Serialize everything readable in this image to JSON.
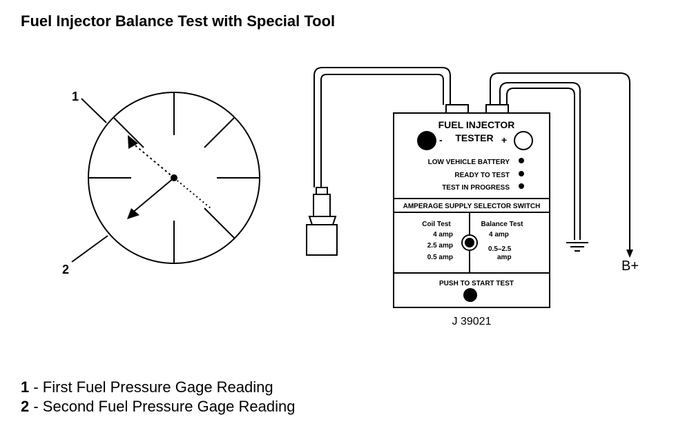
{
  "title": "Fuel Injector Balance Test with Special Tool",
  "gauge": {
    "callout_1": "1",
    "callout_2": "2"
  },
  "tester": {
    "title_line1": "FUEL INJECTOR",
    "title_line2": "TESTER",
    "minus": "-",
    "plus": "+",
    "indicators": [
      "LOW VEHICLE BATTERY",
      "READY TO TEST",
      "TEST IN PROGRESS"
    ],
    "selector_header": "AMPERAGE SUPPLY SELECTOR SWITCH",
    "coil_test": {
      "label": "Coil Test",
      "options": [
        "4 amp",
        "2.5 amp",
        "0.5 amp"
      ]
    },
    "balance_test": {
      "label": "Balance Test",
      "option_1": "4 amp",
      "option_2_line1": "0.5–2.5",
      "option_2_line2": "amp"
    },
    "push_label": "PUSH TO START TEST",
    "model": "J 39021"
  },
  "battery_label": "B+",
  "legend": [
    {
      "num": "1",
      "text": " - First Fuel Pressure Gage Reading"
    },
    {
      "num": "2",
      "text": " - Second Fuel Pressure Gage Reading"
    }
  ]
}
